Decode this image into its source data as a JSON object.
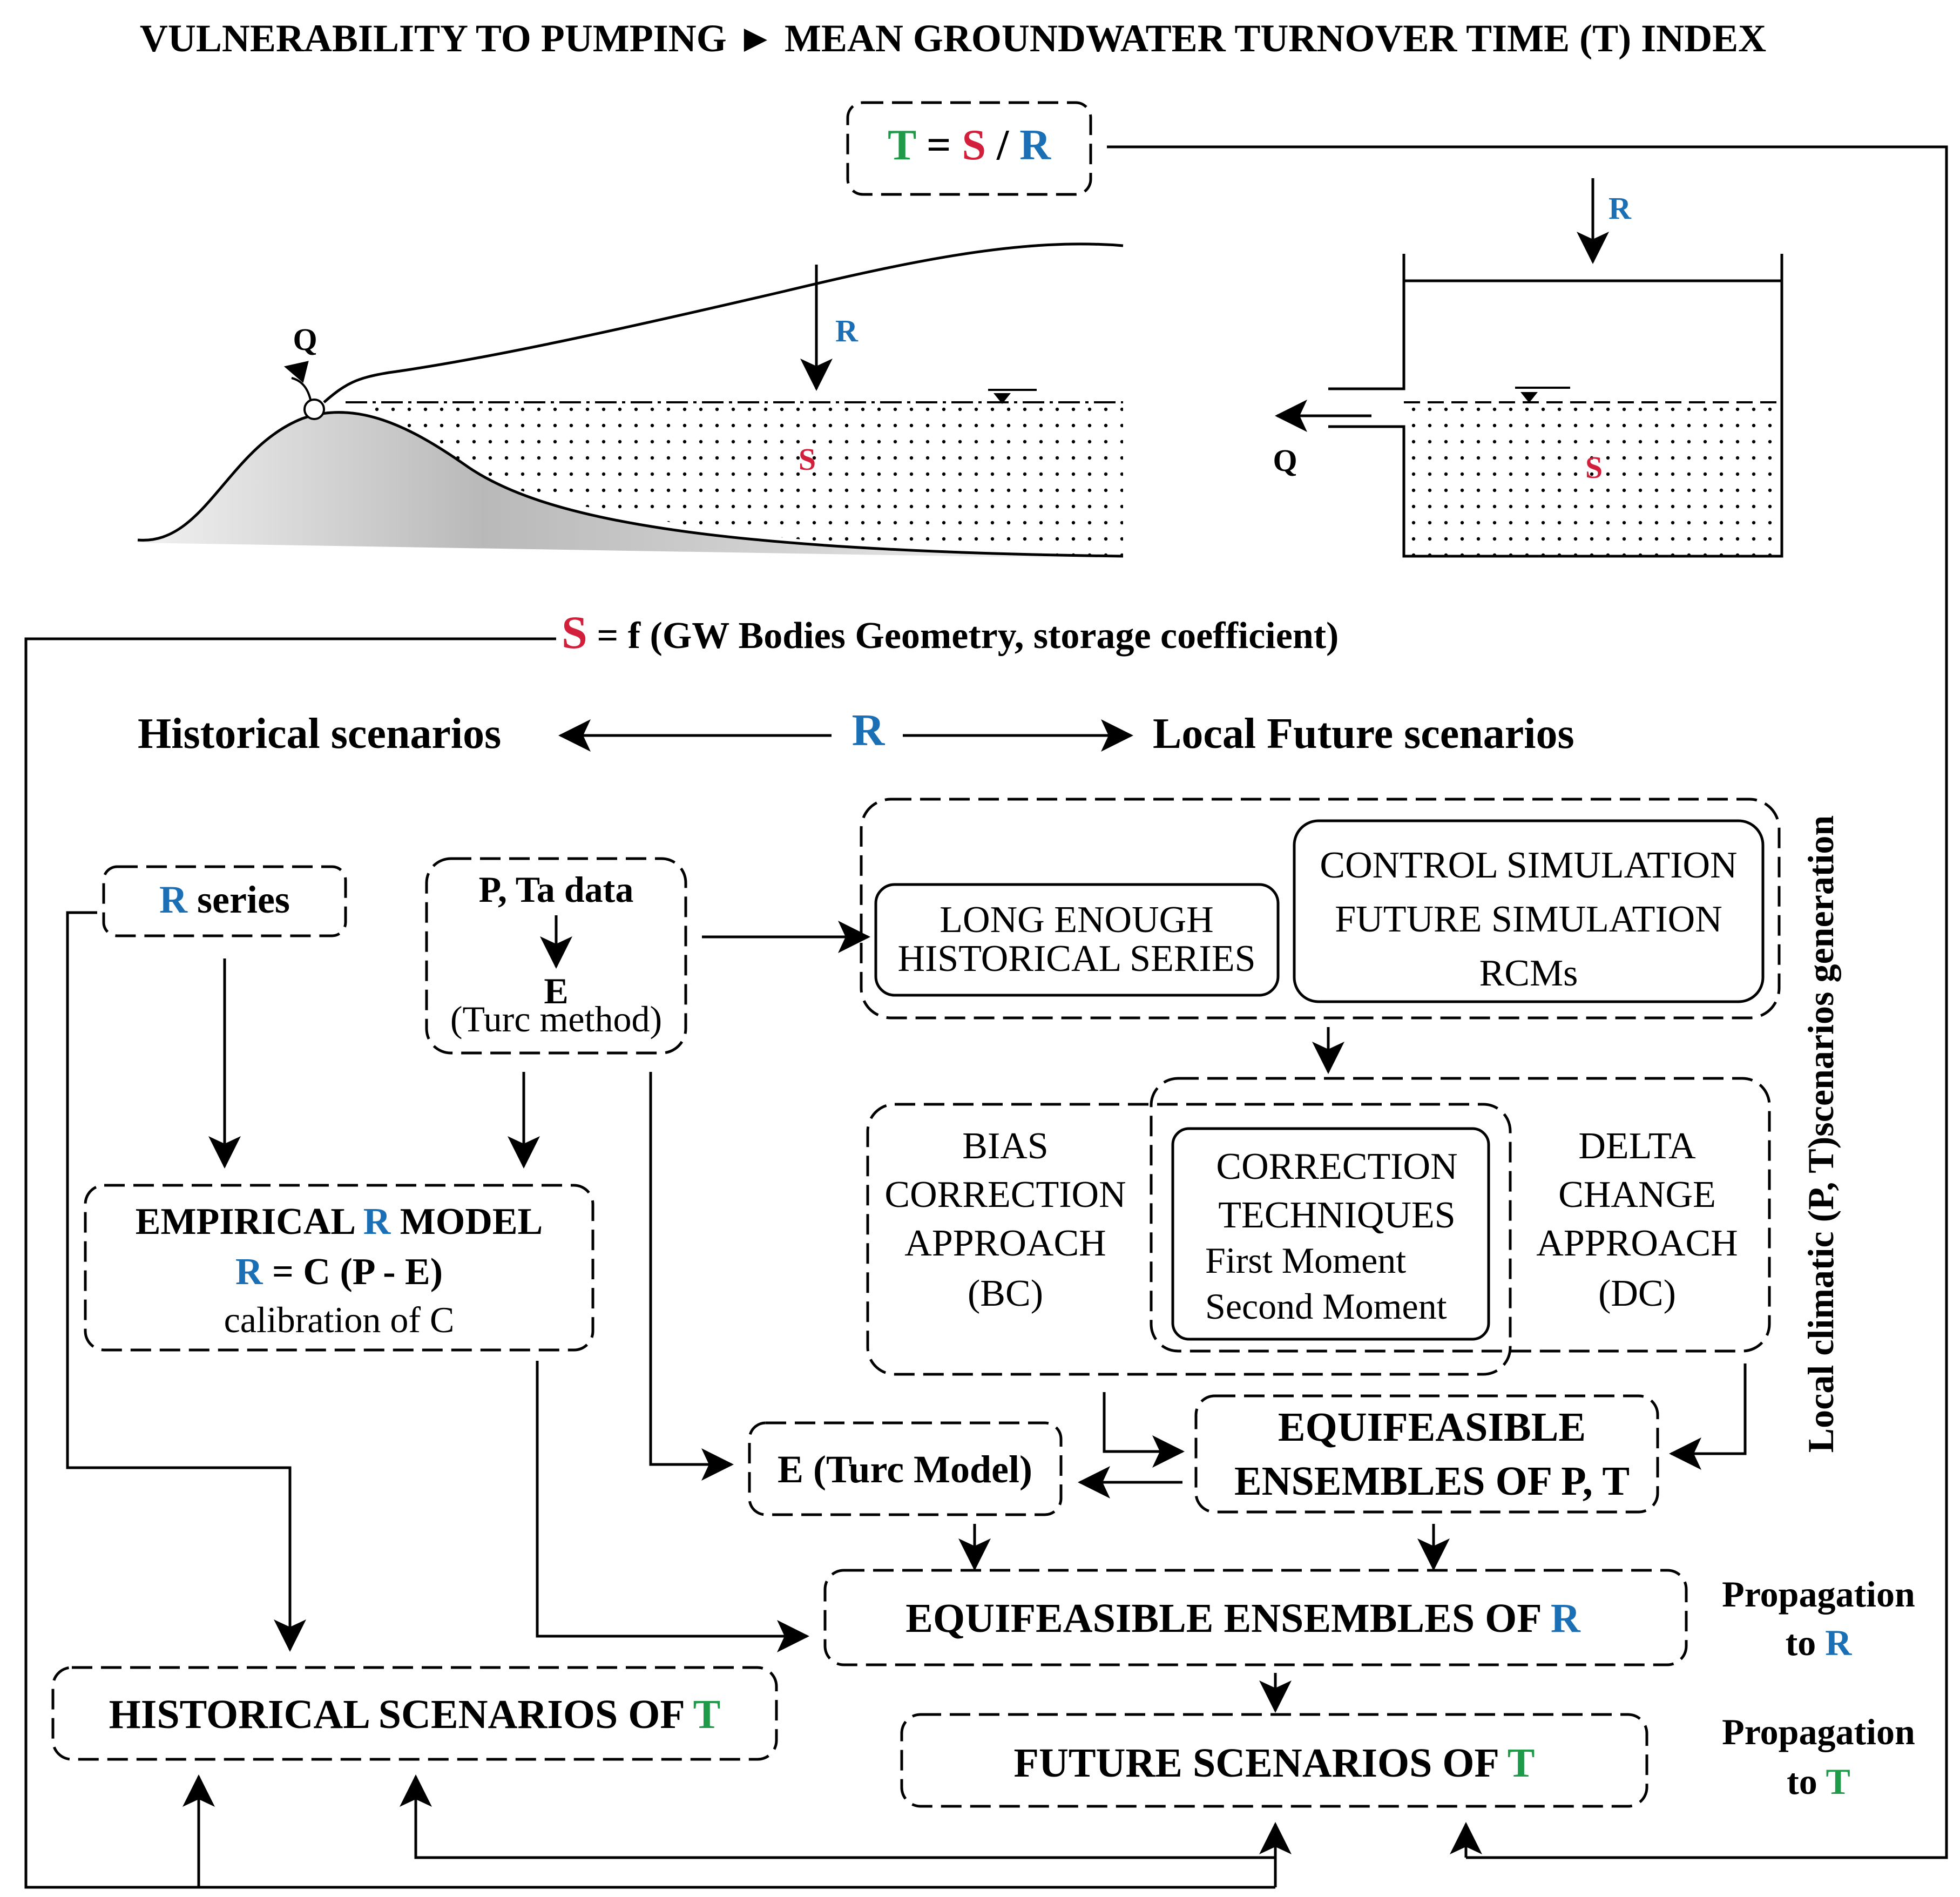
{
  "colors": {
    "S": "#d21f3c",
    "R": "#1a6fb5",
    "T": "#1e9a48"
  },
  "title": "VULNERABILITY TO PUMPING ► MEAN GROUNDWATER TURNOVER TIME (T) INDEX",
  "formula": {
    "t": "T",
    "eq": " = ",
    "s": "S",
    "slash": " / ",
    "r": "R"
  },
  "aquifer": {
    "q": "Q",
    "r": "R",
    "s": "S"
  },
  "tank": {
    "q": "Q",
    "r": "R",
    "s": "S"
  },
  "storage_line": {
    "s": "S",
    "rest": " = f (GW Bodies Geometry, storage coefficient)"
  },
  "scenarios_row": {
    "historical": "Historical scenarios",
    "r": "R",
    "future": "Local Future scenarios"
  },
  "r_series": {
    "r": "R",
    "rest": " series"
  },
  "pta": {
    "line1": "P, Ta data",
    "line2": "E",
    "line3": "(Turc method)"
  },
  "long_series": {
    "line1": "LONG ENOUGH",
    "line2": "HISTORICAL SERIES"
  },
  "simulations": {
    "line1": "CONTROL SIMULATION",
    "line2": "FUTURE SIMULATION",
    "line3": "RCMs"
  },
  "bias": {
    "line1": "BIAS",
    "line2": "CORRECTION",
    "line3": "APPROACH",
    "line4": "(BC)"
  },
  "correction": {
    "line1": "CORRECTION",
    "line2": "TECHNIQUES",
    "line3": "First Moment",
    "line4": "Second Moment"
  },
  "delta": {
    "line1": "DELTA",
    "line2": "CHANGE",
    "line3": "APPROACH",
    "line4": "(DC)"
  },
  "empirical": {
    "l1a": "EMPIRICAL ",
    "l1r": "R",
    "l1b": " MODEL",
    "l2r": "R",
    "l2b": " = C (P - E)",
    "l3": "calibration of C"
  },
  "turc_model": "E (Turc Model)",
  "ens_pt": {
    "line1": "EQUIFEASIBLE",
    "line2": "ENSEMBLES OF P, T"
  },
  "ens_r": {
    "text": "EQUIFEASIBLE ENSEMBLES OF ",
    "r": "R"
  },
  "hist_t": {
    "text": "HISTORICAL SCENARIOS OF ",
    "t": "T"
  },
  "fut_t": {
    "text": "FUTURE SCENARIOS OF ",
    "t": "T"
  },
  "prop_r": {
    "line1": "Propagation",
    "line2": "to ",
    "r": "R"
  },
  "prop_t": {
    "line1": "Propagation",
    "line2": "to ",
    "t": "T"
  },
  "side_label": "Local climatic (P, T)scenarios generation"
}
